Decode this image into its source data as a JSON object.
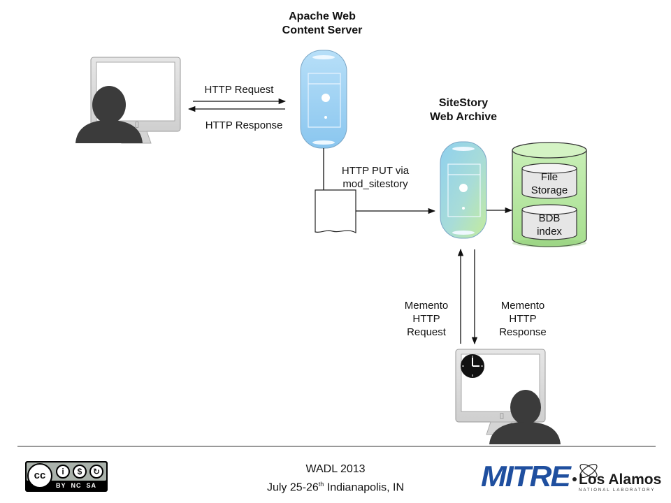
{
  "nodes": {
    "apache": {
      "title_line1": "Apache Web",
      "title_line2": "Content Server"
    },
    "sitestory": {
      "title_line1": "SiteStory",
      "title_line2": "Web Archive"
    },
    "file_storage": {
      "line1": "File",
      "line2": "Storage"
    },
    "bdb_index": {
      "line1": "BDB",
      "line2": "index"
    }
  },
  "edges": {
    "http_request": "HTTP Request",
    "http_response": "HTTP Response",
    "http_put_line1": "HTTP PUT via",
    "http_put_line2": "mod_sitestory",
    "memento_request_line1": "Memento",
    "memento_request_line2": "HTTP",
    "memento_request_line3": "Request",
    "memento_response_line1": "Memento",
    "memento_response_line2": "HTTP",
    "memento_response_line3": "Response"
  },
  "footer": {
    "conference": "WADL 2013",
    "date_prefix": "July 25-26",
    "date_sup": "th",
    "date_suffix": " Indianapolis, IN",
    "cc_badge": {
      "cc": "cc",
      "by": "BY",
      "nc": "NC",
      "sa": "SA"
    },
    "mitre_logo": "MITRE",
    "lanl_logo_line1": "Los Alamos",
    "lanl_logo_line2": "NATIONAL LABORATORY"
  },
  "colors": {
    "apache_server": "#9fd0f2",
    "sitestory_server_top": "#8fd0ee",
    "sitestory_server_bottom": "#b9e8a6",
    "storage": "#b6e7a2",
    "mitre_blue": "#1f4f9f"
  }
}
